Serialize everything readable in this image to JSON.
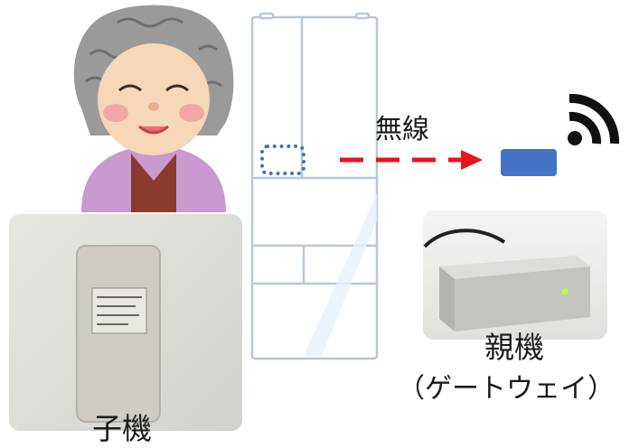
{
  "labels": {
    "wireless": "無線",
    "child_unit": "子機",
    "parent_unit": "親機",
    "gateway": "（ゲートウェイ）"
  },
  "colors": {
    "arrow": "#e8141c",
    "sensor_dotted": "#3f6fbe",
    "gateway_box": "#4472c4",
    "wifi": "#111111",
    "fridge_outline": "#b9c6d6"
  }
}
